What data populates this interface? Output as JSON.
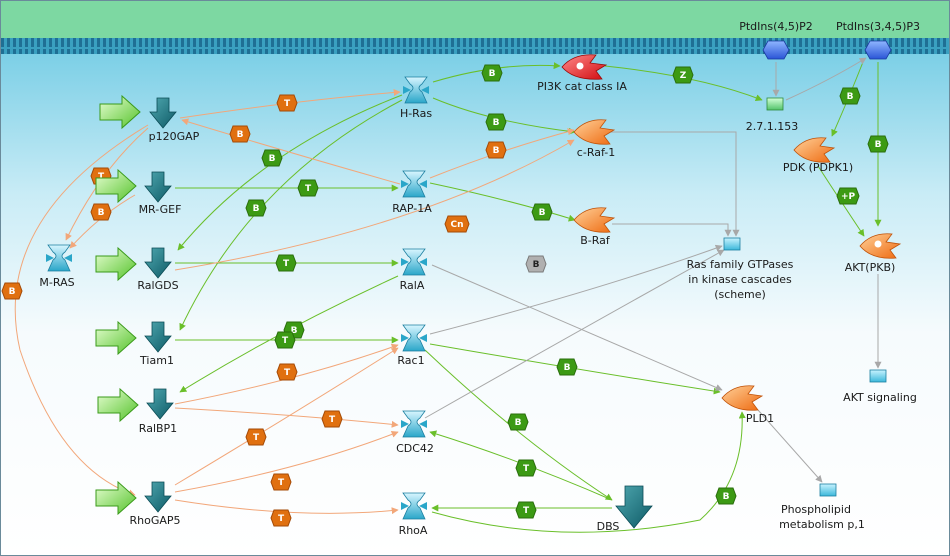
{
  "nodes": {
    "p120gap": "p120GAP",
    "mrgef": "MR-GEF",
    "mras": "M-RAS",
    "ralgds": "RalGDS",
    "tiam1": "Tiam1",
    "ralbp1": "RalBP1",
    "rhogap5": "RhoGAP5",
    "hras": "H-Ras",
    "rap1a": "RAP-1A",
    "rala": "RalA",
    "rac1": "Rac1",
    "cdc42": "CDC42",
    "rhoa": "RhoA",
    "dbs": "DBS",
    "pi3k": "PI3K cat class IA",
    "craf": "c-Raf-1",
    "braf": "B-Raf",
    "ec": "2.7.1.153",
    "pip2": "PtdIns(4,5)P2",
    "pip3": "PtdIns(3,4,5)P3",
    "pdk": "PDK (PDPK1)",
    "akt": "AKT(PKB)",
    "aktsig": "AKT signaling",
    "rasfam1": "Ras family GTPases",
    "rasfam2": "in kinase cascades",
    "rasfam3": "(scheme)",
    "pld1": "PLD1",
    "phospho1": "Phospholipid",
    "phospho2": "metabolism p,1"
  },
  "badges": {
    "B": "B",
    "T": "T",
    "Z": "Z",
    "Cn": "Cn",
    "plusP": "+P"
  },
  "colors": {
    "binding": "#6abf2a",
    "transcription": "#f2a77a",
    "neutral": "#a8a8a8",
    "membrane": "#2a8fb0",
    "header": "#7dd8a2"
  }
}
